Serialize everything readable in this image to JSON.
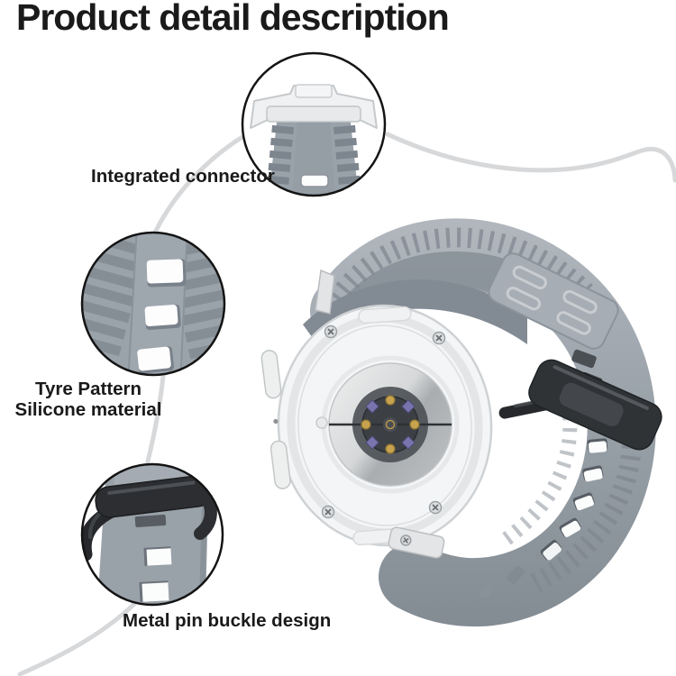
{
  "page": {
    "title": "Product detail description",
    "background_color": "#ffffff",
    "text_color": "#1a1a1a"
  },
  "callouts": {
    "connector": {
      "label": "Integrated connector"
    },
    "tyre": {
      "label_line1": "Tyre Pattern",
      "label_line2": "Silicone material"
    },
    "buckle": {
      "label": "Metal pin buckle design"
    }
  },
  "colors": {
    "band_gray": "#9aa2aa",
    "band_gray_light": "#b2b8be",
    "band_gray_dark": "#838b93",
    "buckle_black": "#2c2e31",
    "case_silver": "#f4f5f6",
    "sensor_gold": "#c8a34f",
    "sensor_purple": "#7a74ae",
    "callout_outline": "#141414",
    "curve_gray": "#d7d8da"
  }
}
